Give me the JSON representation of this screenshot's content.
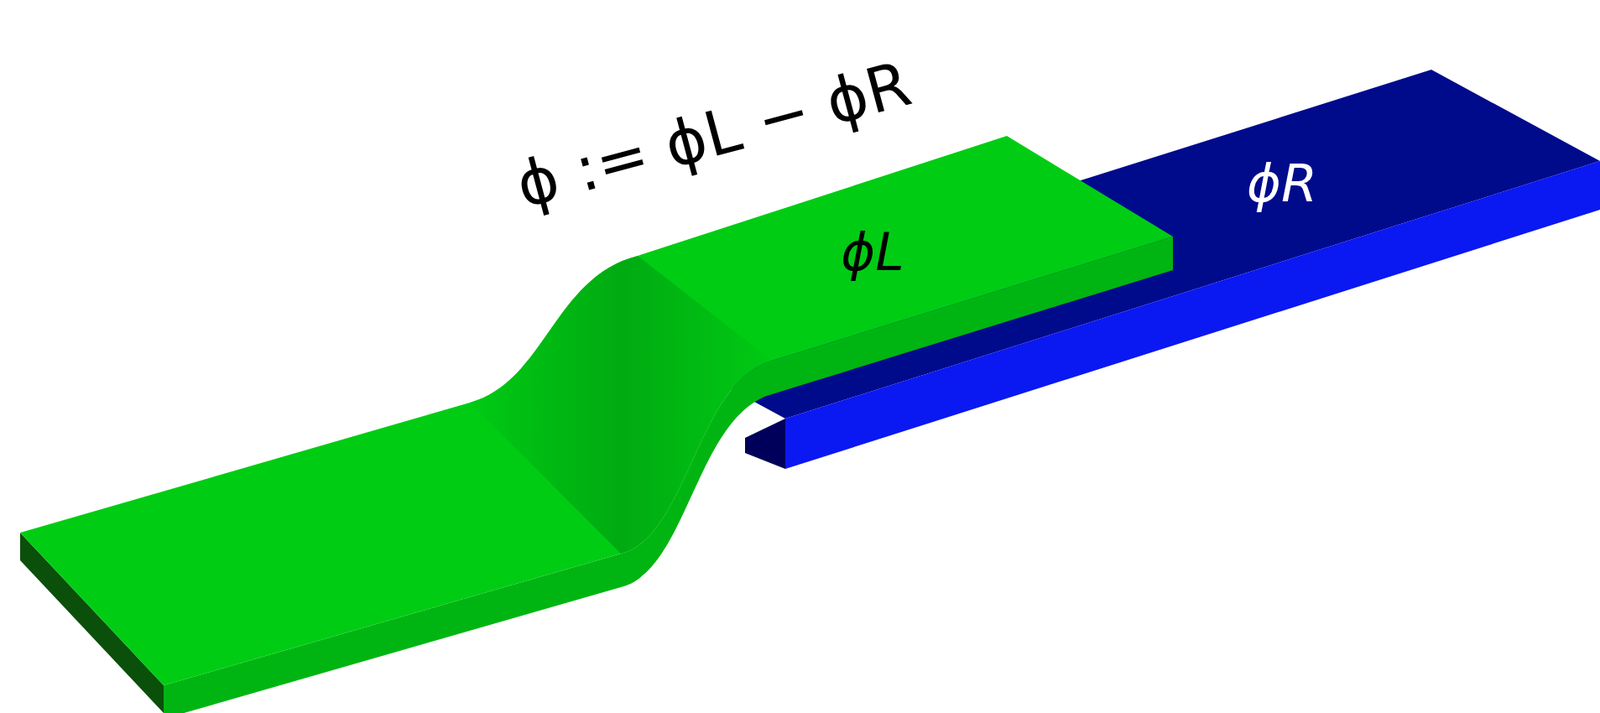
{
  "diagram": {
    "nodes": [
      {
        "text": [
          "ϕL"
        ]
      },
      {
        "text": [
          "ϕR"
        ]
      }
    ],
    "labels": [
      "ϕ := ϕL − ϕR"
    ]
  }
}
